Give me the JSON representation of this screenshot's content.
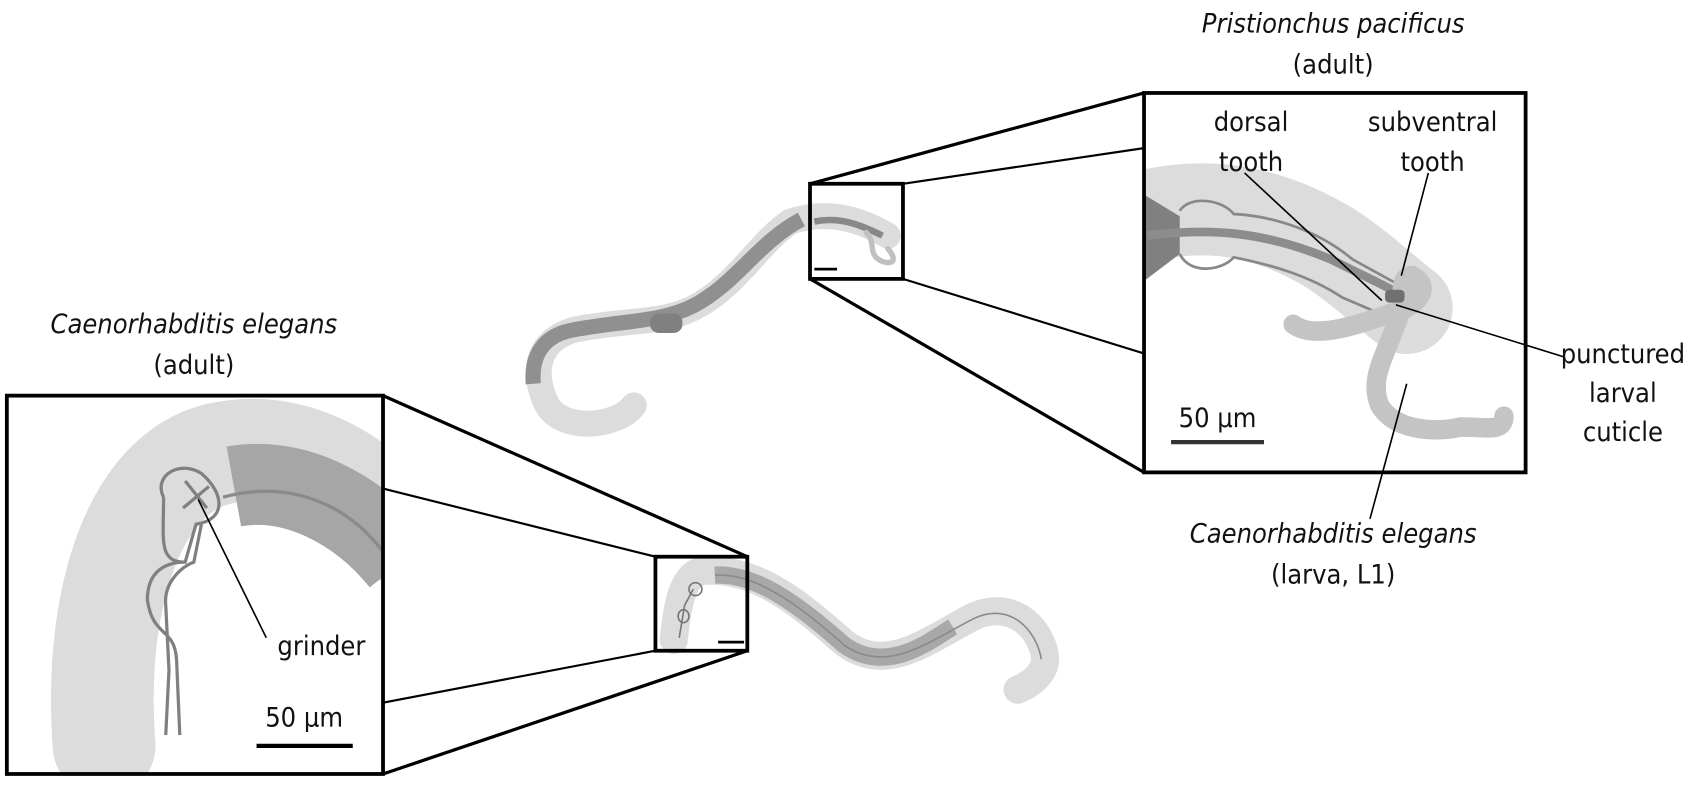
{
  "left_panel": {
    "species": "Caenorhabditis elegans",
    "stage": "(adult)",
    "grinder_label": "grinder",
    "scale_bar": "50 μm"
  },
  "right_panel": {
    "species": "Pristionchus pacificus",
    "stage": "(adult)",
    "dorsal_label_1": "dorsal",
    "dorsal_label_2": "tooth",
    "subventral_label_1": "subventral",
    "subventral_label_2": "tooth",
    "punctured_1": "punctured",
    "punctured_2": "larval",
    "punctured_3": "cuticle",
    "scale_bar": "50 μm",
    "larva_species": "Caenorhabditis elegans",
    "larva_stage": "(larva, L1)"
  },
  "colors": {
    "light": "#d9d9d9",
    "mid": "#a6a6a6",
    "dark": "#7f7f7f",
    "line": "#000000"
  }
}
